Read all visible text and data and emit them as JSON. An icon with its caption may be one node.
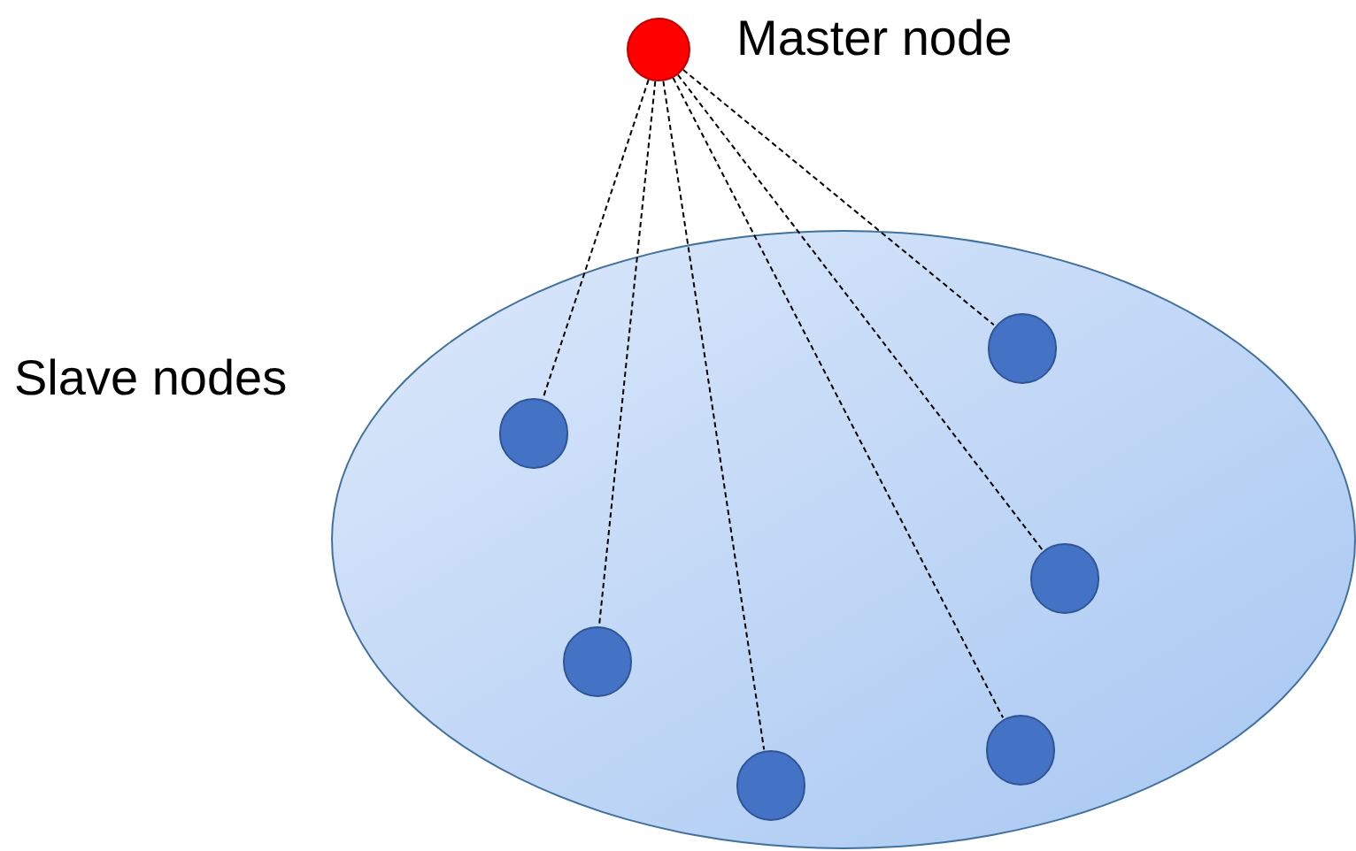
{
  "diagram": {
    "nodes": [
      {
        "text": [],
        "shape": "circle",
        "beside": [
          "Master node"
        ]
      },
      {
        "text": [],
        "shape": "ellipse",
        "beside": [
          "Slave nodes"
        ]
      },
      {
        "text": [],
        "shape": "circle",
        "in": 1
      },
      {
        "text": [],
        "shape": "circle",
        "in": 1
      },
      {
        "text": [],
        "shape": "circle",
        "in": 1
      },
      {
        "text": [],
        "shape": "circle",
        "in": 1
      },
      {
        "text": [],
        "shape": "circle",
        "in": 1
      },
      {
        "text": [],
        "shape": "circle",
        "in": 1
      }
    ],
    "edges": [
      {
        "from": 0,
        "to": 2,
        "arrow": "none",
        "style": "dashed"
      },
      {
        "from": 0,
        "to": 3,
        "arrow": "none",
        "style": "dashed"
      },
      {
        "from": 0,
        "to": 4,
        "arrow": "none",
        "style": "dashed"
      },
      {
        "from": 0,
        "to": 5,
        "arrow": "none",
        "style": "dashed"
      },
      {
        "from": 0,
        "to": 6,
        "arrow": "none",
        "style": "dashed"
      },
      {
        "from": 0,
        "to": 7,
        "arrow": "none",
        "style": "dashed"
      }
    ]
  }
}
